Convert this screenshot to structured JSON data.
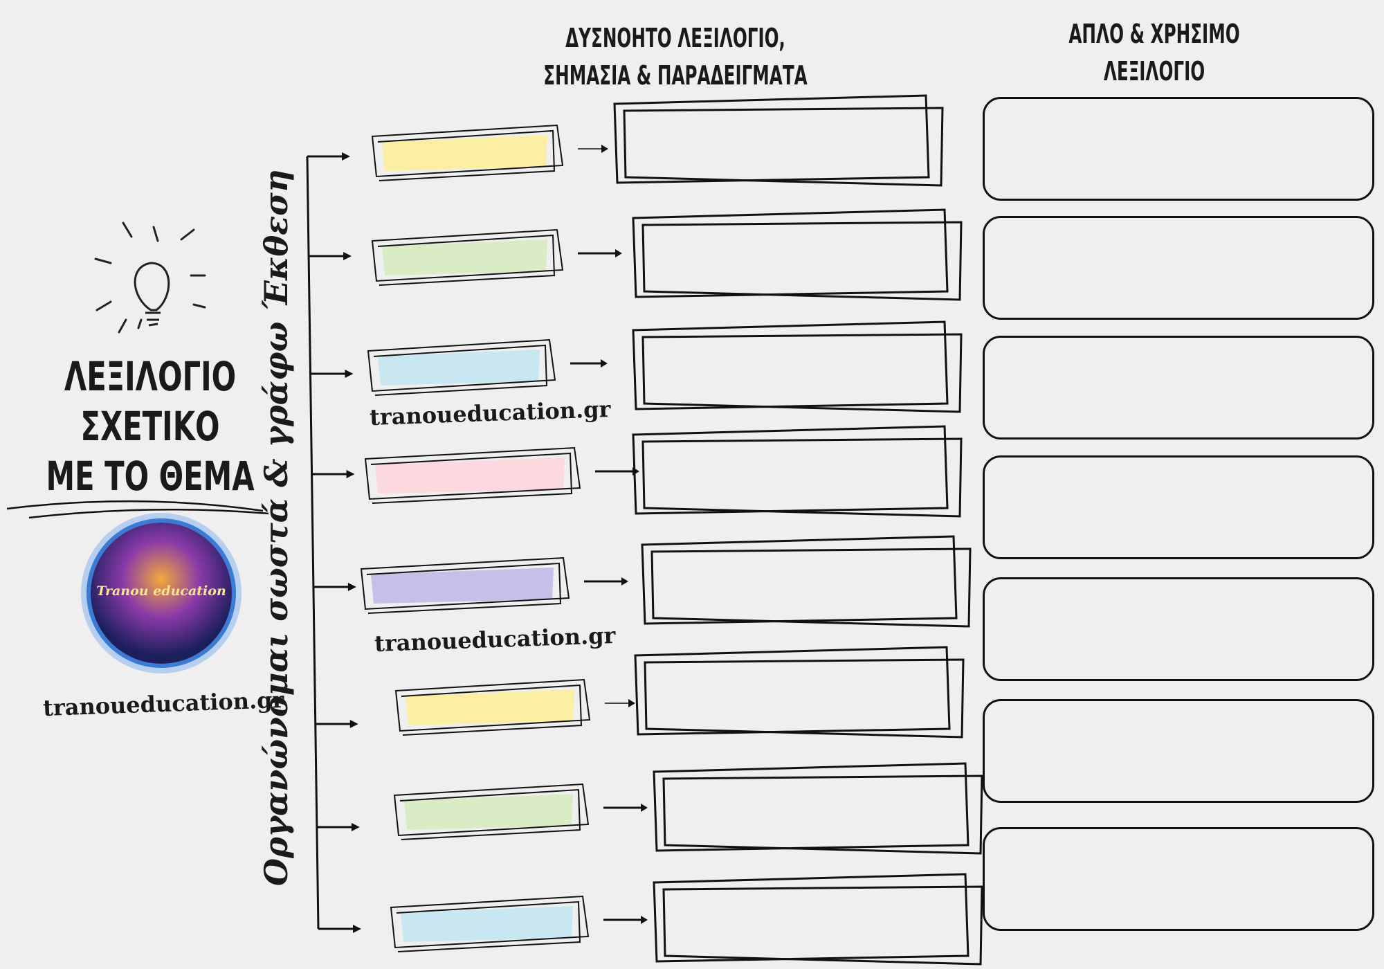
{
  "headings": {
    "middle_line1": "ΔΥΣΝΟΗΤΟ ΛΕΞΙΛΟΓΙΟ,",
    "middle_line2": "ΣΗΜΑΣΙΑ & ΠΑΡΑΔΕΙΓΜΑΤΑ",
    "right_line1": "ΑΠΛΟ & ΧΡΗΣΙΜΟ",
    "right_line2": "ΛΕΞΙΛΟΓΙΟ"
  },
  "title": {
    "line1": "ΛΕΞΙΛΟΓΙΟ",
    "line2": "ΣΧΕΤΙΚΟ",
    "line3": "ΜΕ ΤΟ ΘΕΜΑ"
  },
  "vertical_text": "Οργανώνομαι σωστά & γράφω Έκθεση",
  "logo": {
    "text": "Tranou education"
  },
  "watermarks": [
    "tranoueducation.gr",
    "tranoueducation.gr",
    "tranoueducation.gr"
  ],
  "highlight_colors": [
    "#fcee9a",
    "#d6ebc1",
    "#c4e6f0",
    "#fcd6dc",
    "#c2b8e8",
    "#fcee9a",
    "#d6ebc1",
    "#c4e6f0"
  ]
}
